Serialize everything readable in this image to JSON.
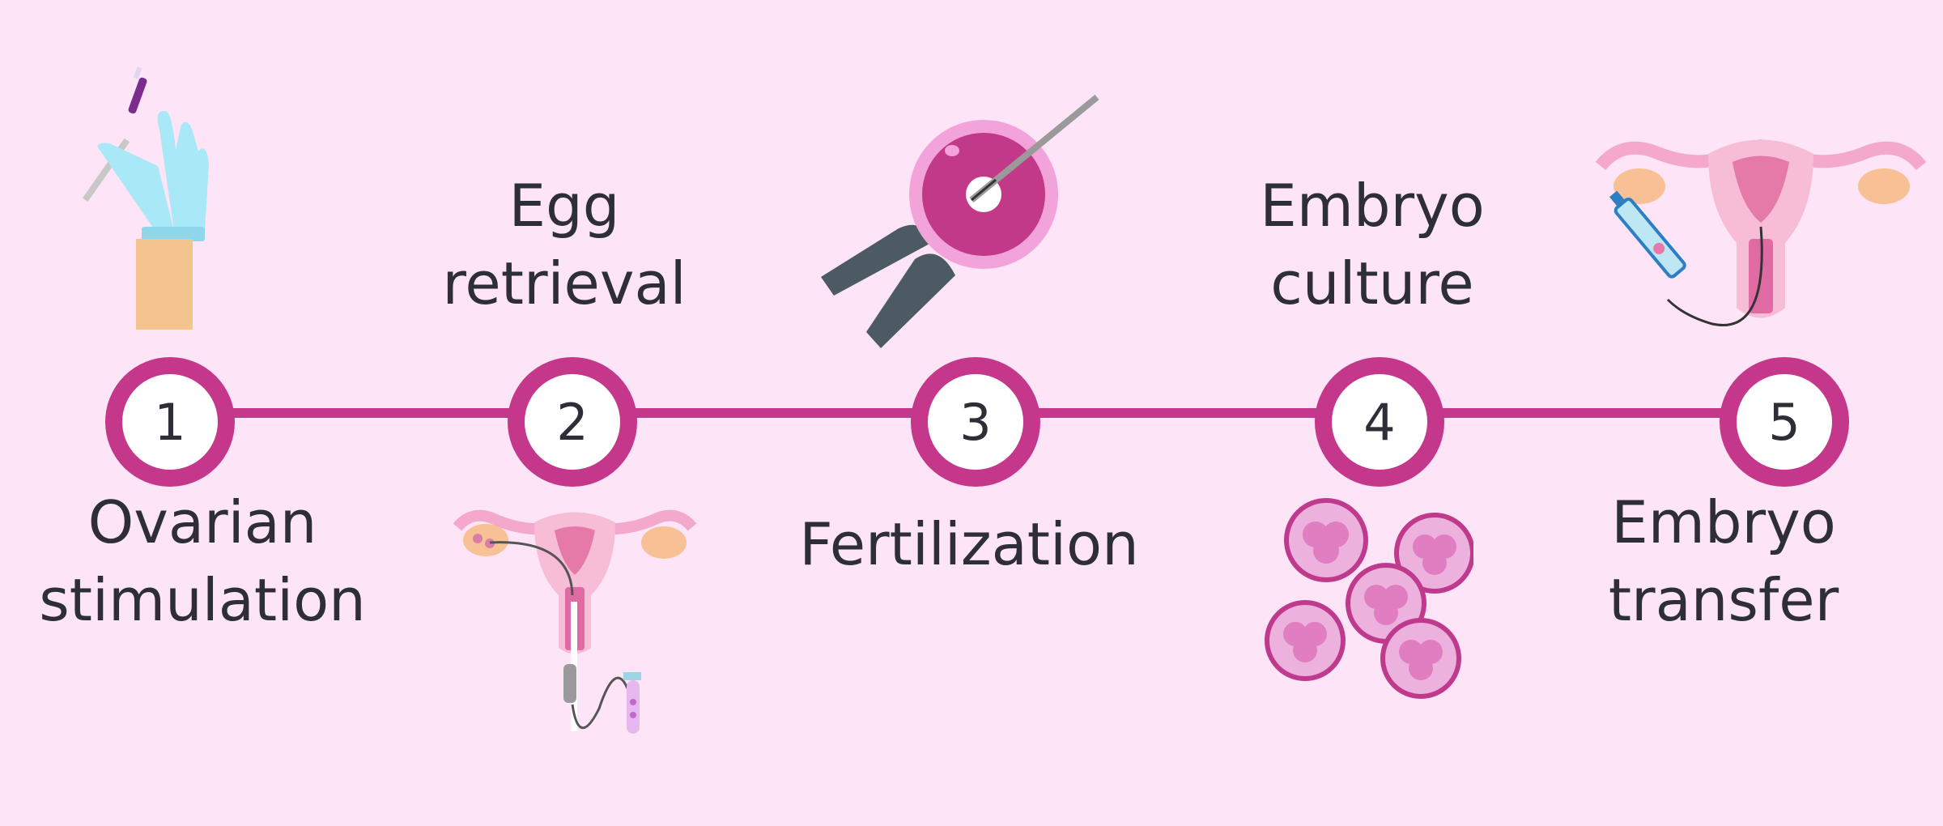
{
  "steps": [
    {
      "number": "1",
      "label_lines": [
        "Ovarian",
        "stimulation"
      ],
      "icon": "gloved-hand-injection-icon"
    },
    {
      "number": "2",
      "label_lines": [
        "Egg",
        "retrieval"
      ],
      "icon": "egg-retrieval-uterus-icon"
    },
    {
      "number": "3",
      "label_lines": [
        "Fertilization"
      ],
      "icon": "icsi-microinjection-icon"
    },
    {
      "number": "4",
      "label_lines": [
        "Embryo",
        "culture"
      ],
      "icon": "embryo-cells-icon"
    },
    {
      "number": "5",
      "label_lines": [
        "Embryo",
        "transfer"
      ],
      "icon": "embryo-transfer-uterus-icon"
    }
  ],
  "colors": {
    "background": "#fde4f6",
    "accent": "#c4378a",
    "text": "#2e2e38"
  }
}
